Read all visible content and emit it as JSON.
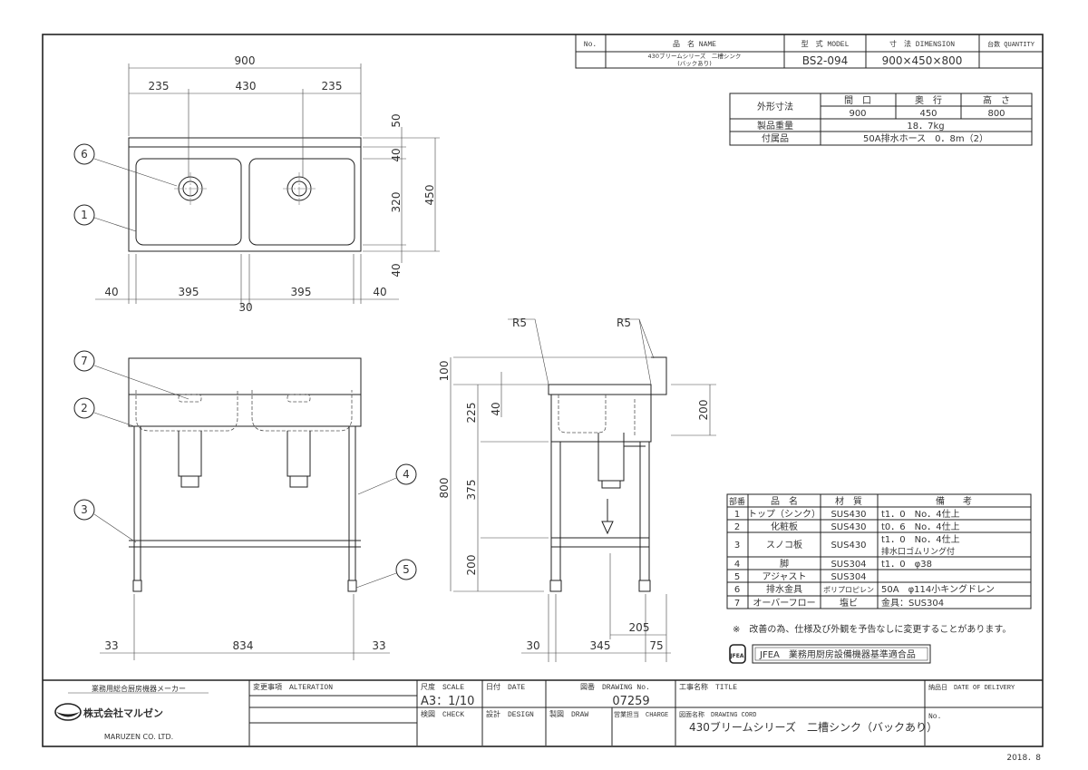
{
  "header_table": {
    "col_no": "No.",
    "col_name": "品　名 NAME",
    "col_model": "型　式 MODEL",
    "col_dimension": "寸　法 DIMENSION",
    "col_quantity": "台数 QUANTITY",
    "name_line1": "430ブリームシリーズ　二槽シンク",
    "name_line2": "(バックあり)",
    "model": "BS2-094",
    "dimension": "900×450×800"
  },
  "spec_table": {
    "outer_label": "外形寸法",
    "width_label": "間　口",
    "depth_label": "奥　行",
    "height_label": "高　さ",
    "width": "900",
    "depth": "450",
    "height": "800",
    "weight_label": "製品重量",
    "weight": "18．7kg",
    "accessory_label": "付属品",
    "accessory": "50A排水ホース　0．8m（2）"
  },
  "parts_table": {
    "headers": [
      "部番",
      "品　名",
      "材　質",
      "備　　考"
    ],
    "rows": [
      {
        "no": "1",
        "name": "トップ（シンク）",
        "material": "SUS430",
        "note": "t1．0　No．4仕上",
        "note2": ""
      },
      {
        "no": "2",
        "name": "化粧板",
        "material": "SUS430",
        "note": "t0．6　No．4仕上",
        "note2": ""
      },
      {
        "no": "3",
        "name": "スノコ板",
        "material": "SUS430",
        "note": "t1．0　No．4仕上",
        "note2": "排水口ゴムリング付"
      },
      {
        "no": "4",
        "name": "脚",
        "material": "SUS304",
        "note": "t1．0　φ38",
        "note2": ""
      },
      {
        "no": "5",
        "name": "アジャスト",
        "material": "SUS304",
        "note": "",
        "note2": ""
      },
      {
        "no": "6",
        "name": "排水金具",
        "material": "ポリプロピレン",
        "note": "50A　φ114小キングドレン",
        "note2": ""
      },
      {
        "no": "7",
        "name": "オーバーフロー",
        "material": "塩ビ",
        "note": "金具：SUS304",
        "note2": ""
      }
    ]
  },
  "notice": "※　改善の為、仕様及び外観を予告なしに変更することがあります。",
  "jfea": {
    "logo": "JFEA",
    "label": "JFEA　業務用厨房設備機器基準適合品"
  },
  "balloons": [
    "6",
    "1",
    "7",
    "2",
    "3",
    "4",
    "5"
  ],
  "dims": {
    "top_900": "900",
    "top_235a": "235",
    "top_430": "430",
    "top_235b": "235",
    "r_50": "50",
    "r_40a": "40",
    "r_320": "320",
    "r_40b": "40",
    "r_450": "450",
    "b_40a": "40",
    "b_395a": "395",
    "b_395b": "395",
    "b_40b": "40",
    "b_30": "30",
    "f_33a": "33",
    "f_834": "834",
    "f_33b": "33",
    "s_r5a": "R5",
    "s_r5b": "R5",
    "s_100": "100",
    "s_800": "800",
    "s_225": "225",
    "s_40": "40",
    "s_375": "375",
    "s_200": "200",
    "s_200r": "200",
    "s_205": "205",
    "s_30": "30",
    "s_345": "345",
    "s_75": "75"
  },
  "title_block": {
    "maker_caption": "業務用総合厨房機器メーカー",
    "company": "株式会社マルゼン",
    "company_en": "MARUZEN CO. LTD.",
    "alteration": "変更事項　ALTERATION",
    "scale_label": "尺度　SCALE",
    "scale": "A3：1/10",
    "date_label": "日付　DATE",
    "drawing_no_label": "図番　DRAWING No.",
    "drawing_no": "07259",
    "title_label": "工事名称　TITLE",
    "delivery_label": "納品日　DATE OF DELIVERY",
    "check_label": "検図　CHECK",
    "design_label": "設計　DESIGN",
    "draw_label": "製図　DRAW",
    "charge_label": "営業担当　CHARGE",
    "drawing_cord_label": "図面名称　DRAWING CORD",
    "drawing_name": "430ブリームシリーズ　二槽シンク（バックあり）",
    "no_label": "No.",
    "issue_date": "2018．8"
  }
}
